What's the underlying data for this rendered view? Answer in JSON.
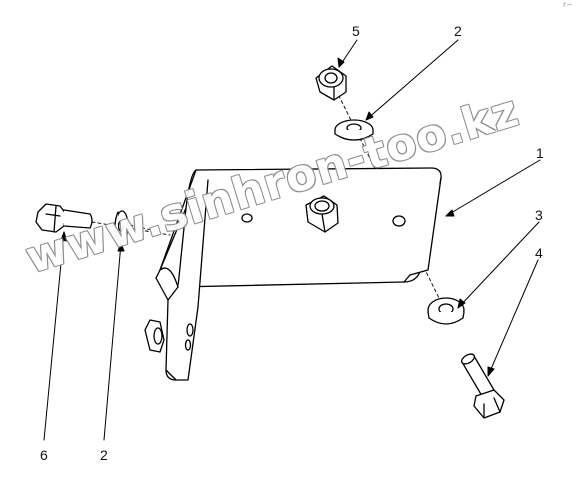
{
  "callouts": {
    "c1": "1",
    "c2_top": "2",
    "c2_bottom": "2",
    "c3": "3",
    "c4": "4",
    "c5": "5",
    "c6": "6"
  },
  "watermark": "www.sinhron-too.kz",
  "corner_mark": "r~"
}
